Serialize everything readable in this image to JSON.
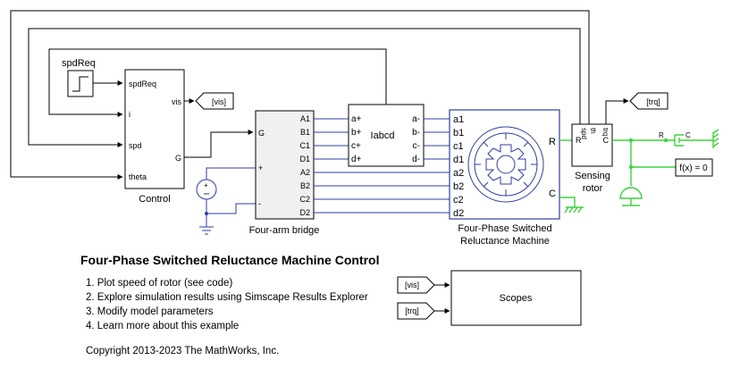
{
  "blocks": {
    "spdreq_label": "spdReq",
    "control": {
      "name": "Control",
      "in_ports": [
        "spdReq",
        "i",
        "spd",
        "theta"
      ],
      "out_ports": [
        "vis",
        "G"
      ]
    },
    "bridge": {
      "name": "Four-arm bridge",
      "left_ports": [
        "G",
        "+",
        "-"
      ],
      "right_ports": [
        "A1",
        "B1",
        "C1",
        "D1",
        "A2",
        "B2",
        "C2",
        "D2"
      ]
    },
    "iabcd": {
      "name": "Iabcd",
      "left_ports": [
        "a+",
        "b+",
        "c+",
        "d+"
      ],
      "right_ports": [
        "a-",
        "b-",
        "c-",
        "d-"
      ]
    },
    "machine": {
      "name_line1": "Four-Phase Switched",
      "name_line2": "Reluctance Machine",
      "left_ports": [
        "a1",
        "b1",
        "c1",
        "d1",
        "a2",
        "b2",
        "c2",
        "d2"
      ],
      "right_ports": [
        "R",
        "C"
      ]
    },
    "sensing": {
      "name_line1": "Sensing",
      "name_line2": "rotor",
      "top_ports": [
        "spd",
        "th",
        "trq"
      ],
      "left_port": "R",
      "right_port": "C"
    },
    "goto_vis": "[vis]",
    "goto_trq": "[trq]",
    "from_vis": "[vis]",
    "from_trq": "[trq]",
    "scopes": "Scopes",
    "solver": "f(x) = 0",
    "damper_r": "R",
    "damper_c": "C"
  },
  "title": "Four-Phase Switched Reluctance Machine Control",
  "steps": [
    "1. Plot speed of rotor (see code)",
    "2. Explore simulation results using Simscape Results Explorer",
    "3. Modify model parameters",
    "4. Learn more about this example"
  ],
  "copyright": "Copyright 2013-2023 The MathWorks, Inc."
}
